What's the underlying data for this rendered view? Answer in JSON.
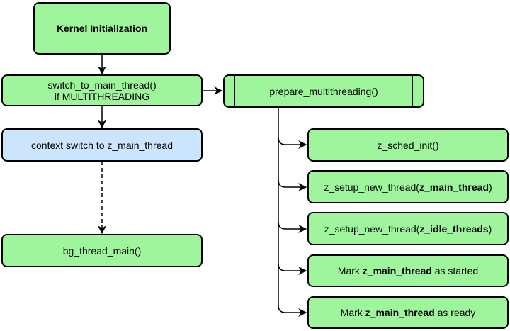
{
  "nodes": {
    "kernel_init": "Kernel Initialization",
    "switch_line1": "switch_to_main_thread()",
    "switch_line2": "if MULTITHREADING",
    "prepare": "prepare_multithreading()",
    "context_switch": "context switch to z_main_thread",
    "bg_thread": "bg_thread_main()",
    "sched_init": "z_sched_init()",
    "setup_main": {
      "pre": "z_setup_new_thread(",
      "bold": "z_main_thread",
      "post": ")"
    },
    "setup_idle": {
      "pre": "z_setup_new_thread(",
      "bold": "z_idle_threads",
      "post": ")"
    },
    "mark_started": {
      "pre": "Mark ",
      "bold": "z_main_thread",
      "post": " as started"
    },
    "mark_ready": {
      "pre": "Mark ",
      "bold": "z_main_thread",
      "post": " as ready"
    }
  },
  "colors": {
    "fill_green": "#9ef59c",
    "fill_blue": "#cce5ff",
    "stroke": "#000000"
  }
}
